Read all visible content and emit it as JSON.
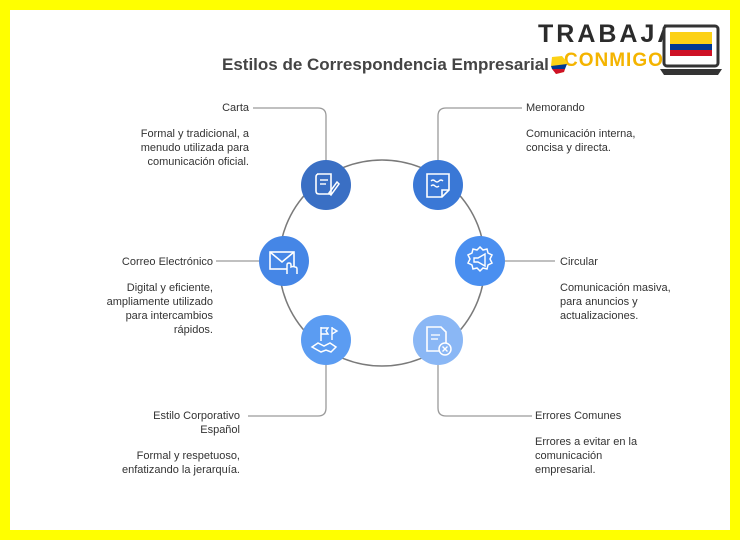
{
  "title": "Estilos de Correspondencia Empresarial",
  "logo": {
    "line1": "TRABAJA",
    "line2": "CONMIGO"
  },
  "items": [
    {
      "key": "carta",
      "title": "Carta",
      "desc": [
        "Formal y tradicional, a",
        "menudo utilizada para",
        "comunicación oficial."
      ],
      "color": "#3a6fc4",
      "icon": "scroll-pen-icon"
    },
    {
      "key": "memorando",
      "title": "Memorando",
      "desc": [
        "Comunicación interna,",
        "concisa y directa."
      ],
      "color": "#3a78d6",
      "icon": "memo-note-icon"
    },
    {
      "key": "correo",
      "title": "Correo Electrónico",
      "desc": [
        "Digital y eficiente,",
        "ampliamente utilizado",
        "para intercambios",
        "rápidos."
      ],
      "color": "#4586e6",
      "icon": "envelope-hand-icon"
    },
    {
      "key": "circular",
      "title": "Circular",
      "desc": [
        "Comunicación masiva,",
        "para anuncios y",
        "actualizaciones."
      ],
      "color": "#4a8ff0",
      "icon": "megaphone-badge-icon"
    },
    {
      "key": "estilo",
      "title": [
        "Estilo Corporativo",
        "Español"
      ],
      "desc": [
        "Formal y respetuoso,",
        "enfatizando la jerarquía."
      ],
      "color": "#5b9cf2",
      "icon": "handshake-flag-icon"
    },
    {
      "key": "errores",
      "title": "Errores Comunes",
      "desc": [
        "Errores a evitar en la",
        "comunicación",
        "empresarial."
      ],
      "color": "#8ab7f5",
      "icon": "document-error-icon"
    }
  ],
  "colors": {
    "connector": "#9a9a9a",
    "ring": "#7a7a7a",
    "flag_yellow": "#fcd116",
    "flag_blue": "#003893",
    "flag_red": "#ce1126"
  }
}
